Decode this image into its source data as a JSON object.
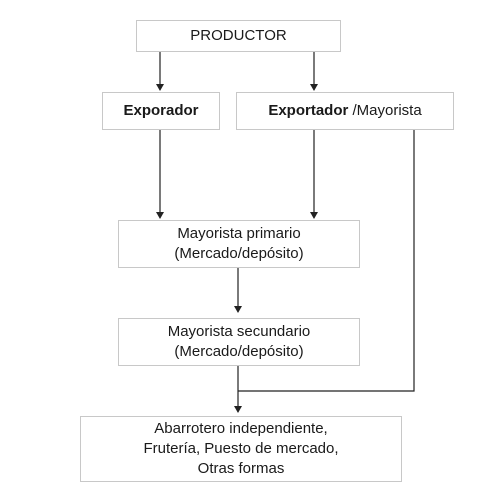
{
  "diagram": {
    "nodes": {
      "productor": {
        "text": "PRODUCTOR"
      },
      "exportador": {
        "text": "Exporador"
      },
      "exportador_mayorista": {
        "bold": "Exportador",
        "rest": " /Mayorista"
      },
      "mayorista_primario": {
        "lines": [
          "Mayorista primario",
          "(Mercado/depósito)"
        ]
      },
      "mayorista_secundario": {
        "lines": [
          "Mayorista secundario",
          "(Mercado/depósito)"
        ]
      },
      "minorista": {
        "lines": [
          "Abarrotero independiente,",
          "Frutería, Puesto de mercado,",
          "Otras formas"
        ]
      }
    },
    "edges": [
      {
        "from": "productor",
        "to": "exportador"
      },
      {
        "from": "productor",
        "to": "exportador_mayorista"
      },
      {
        "from": "exportador",
        "to": "mayorista_primario"
      },
      {
        "from": "exportador_mayorista",
        "to": "mayorista_primario"
      },
      {
        "from": "mayorista_primario",
        "to": "mayorista_secundario"
      },
      {
        "from": "mayorista_secundario",
        "to": "minorista"
      },
      {
        "from": "exportador_mayorista",
        "to": "minorista"
      }
    ],
    "colors": {
      "border": "#c8c8c8",
      "line": "#222222",
      "text": "#1a1a1a"
    }
  }
}
